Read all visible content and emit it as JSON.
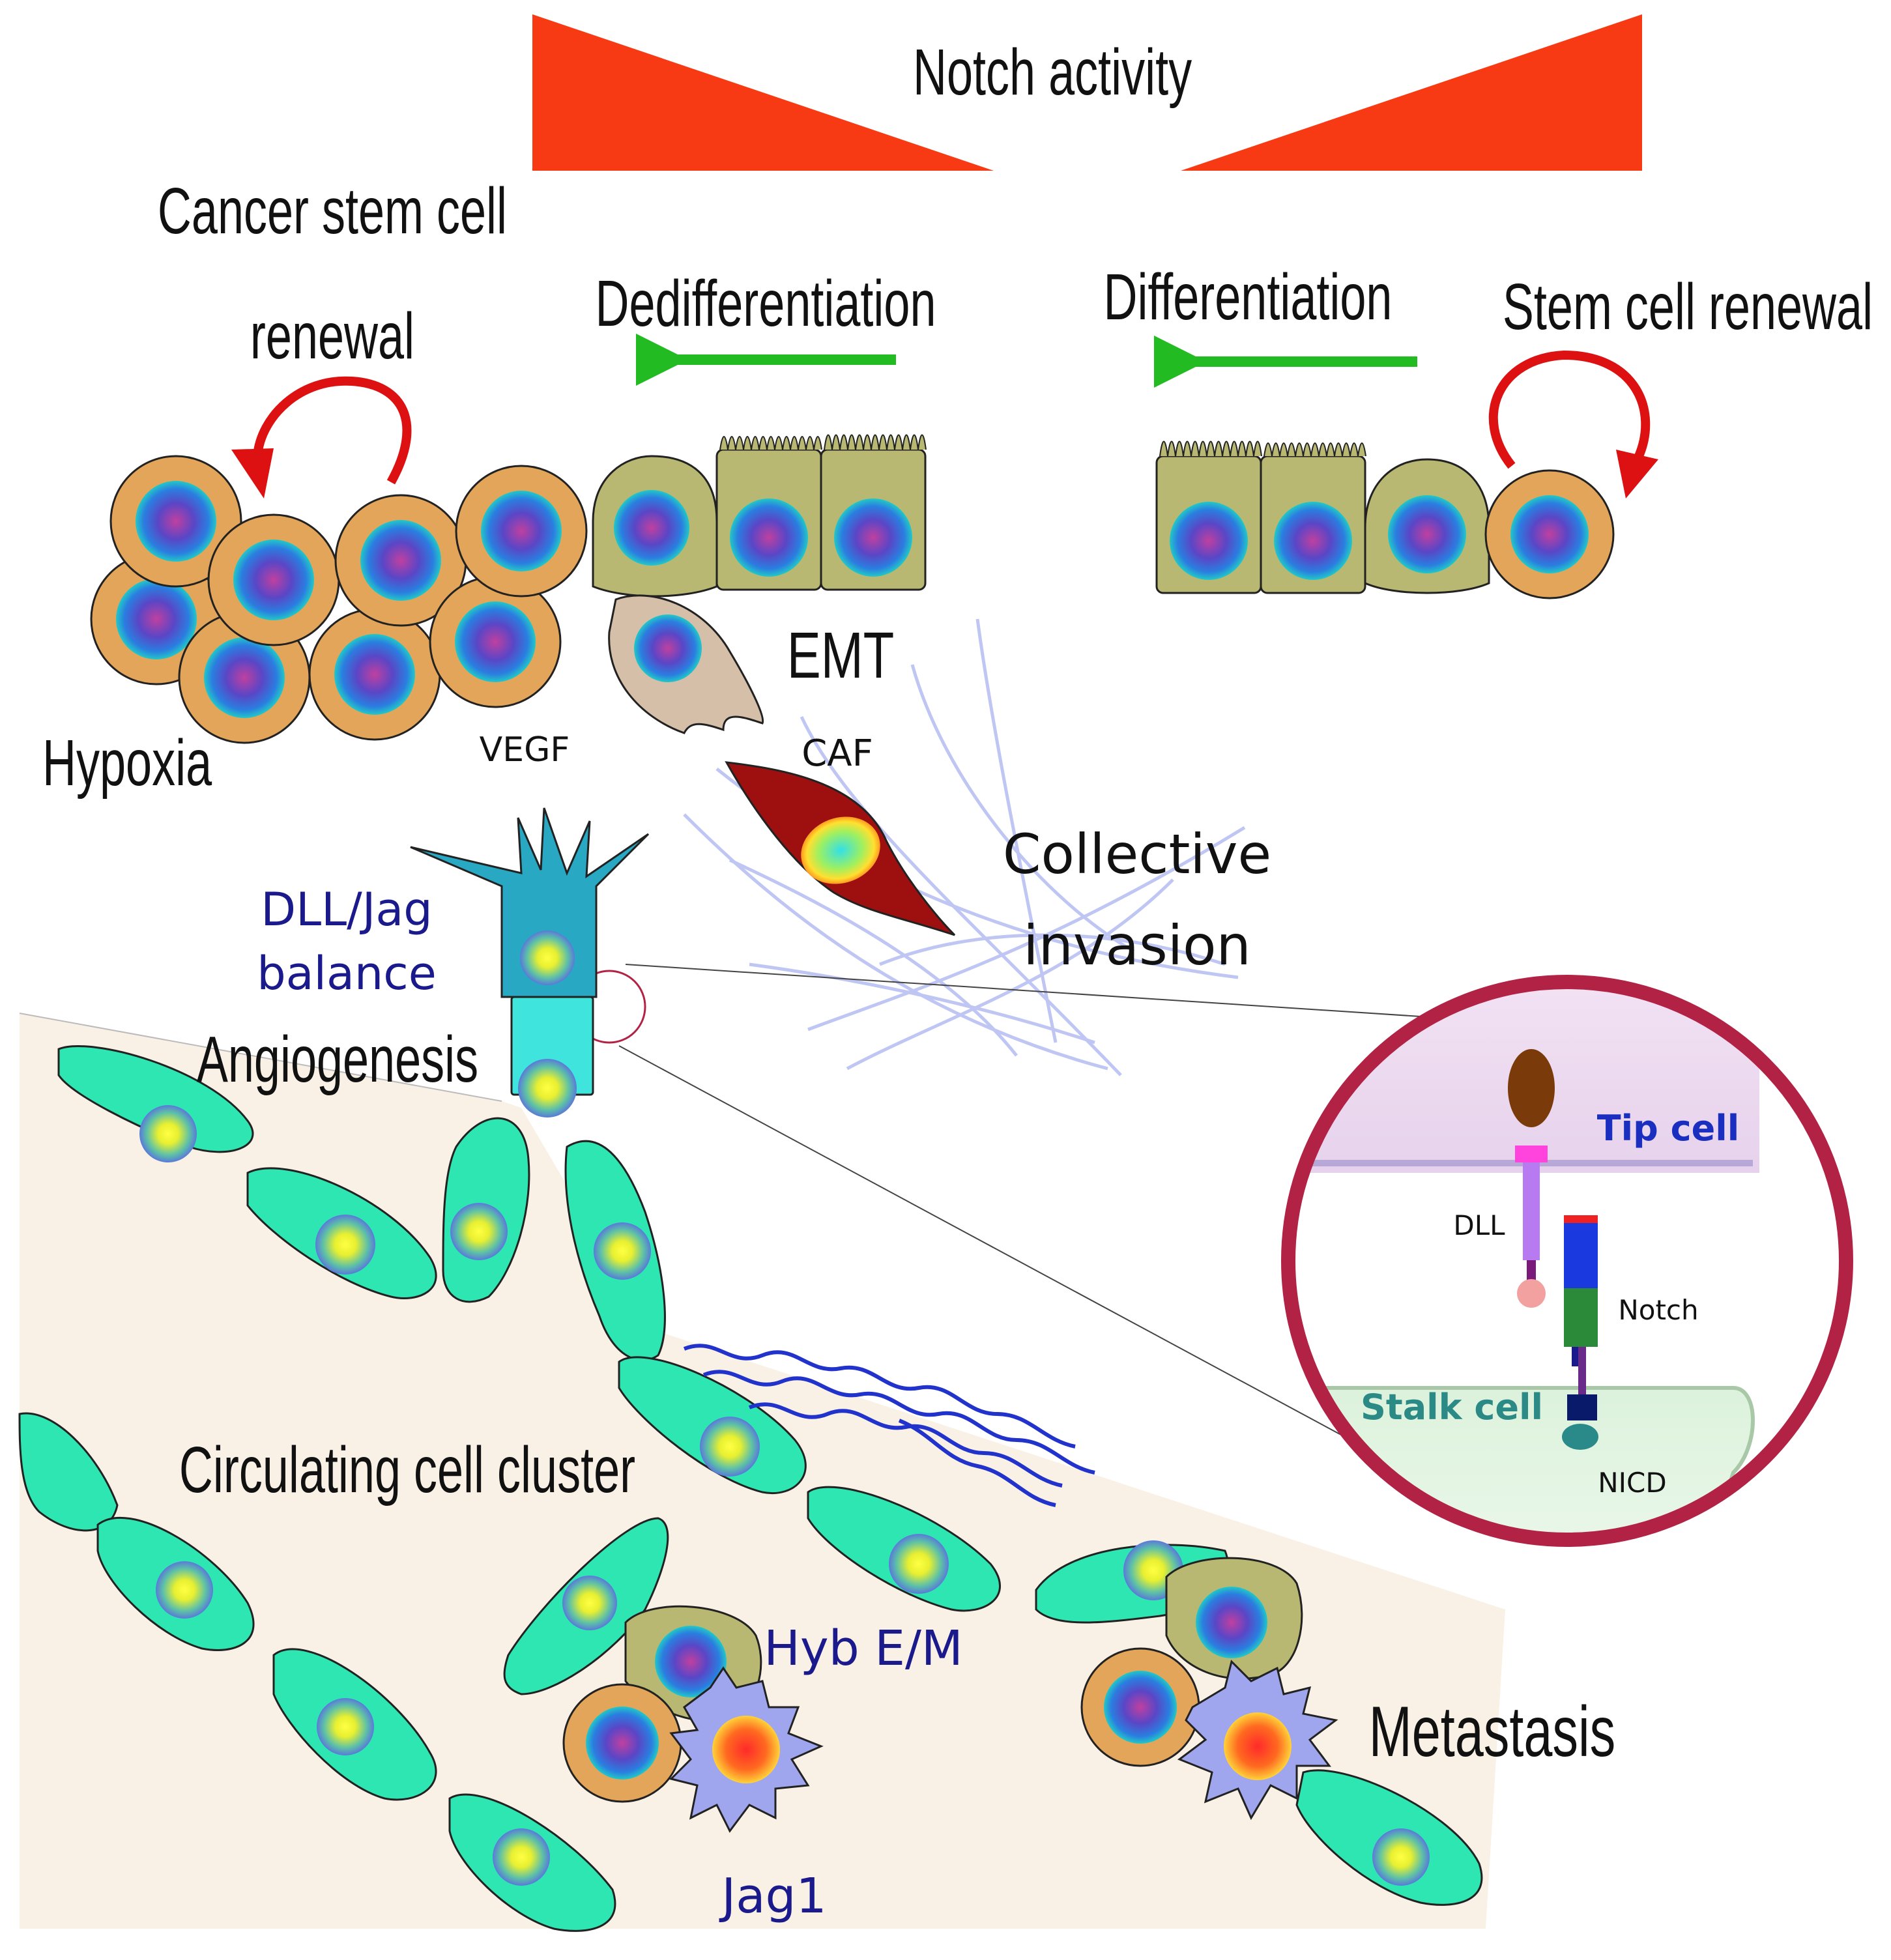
{
  "labels": {
    "notch_activity": "Notch activity",
    "cancer_stem_cell_line1": "Cancer stem cell",
    "cancer_stem_cell_line2": "renewal",
    "dedifferentiation": "Dedifferentiation",
    "differentiation": "Differentiation",
    "stem_cell_renewal": "Stem cell renewal",
    "emt": "EMT",
    "hypoxia": "Hypoxia",
    "vegf": "VEGF",
    "caf": "CAF",
    "collective_invasion_line1": "Collective",
    "collective_invasion_line2": "invasion",
    "dll_jag_line1": "DLL/Jag",
    "dll_jag_line2": "balance",
    "angiogenesis": "Angiogenesis",
    "circulating_cell_cluster": "Circulating cell cluster",
    "hyb_em": "Hyb E/M",
    "jag1": "Jag1",
    "metastasis": "Metastasis"
  },
  "inset": {
    "tip_cell": "Tip cell",
    "stalk_cell": "Stalk cell",
    "dll": "DLL",
    "notch": "Notch",
    "nicd": "NICD"
  },
  "colors": {
    "notch_wedge": "#f83a14",
    "arrow_green": "#22bb22",
    "arrow_red": "#dd1111",
    "cancer_cell_fill": "#e3a55a",
    "epithelial_cell_fill": "#b8b872",
    "endothelial_cell_fill": "#2ee6b2",
    "vessel_fill": "#faf1e6",
    "inset_ring": "#b22245",
    "caf_fill": "#9e1010",
    "collagen": "#2233cc"
  }
}
